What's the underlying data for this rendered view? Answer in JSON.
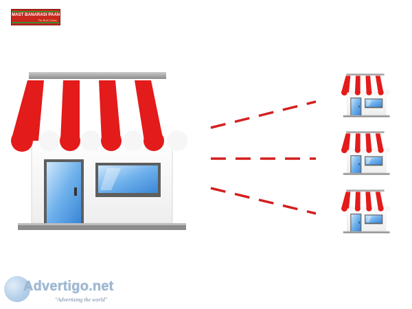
{
  "logo": {
    "name": "MAST BANARASI PAAN",
    "tagline": "The Real Culture"
  },
  "watermark": {
    "brand": "Advertigo.net",
    "tagline": "\"Advertising  the world\""
  },
  "colors": {
    "awning_red": "#e31b1b",
    "awning_white": "#ffffff",
    "connector_red": "#d41f1f",
    "roof_gray": "#9a9a9a",
    "door_blue": "#5aa3e8",
    "logo_red": "#c8281e"
  },
  "icons": {
    "main_store": "storefront-icon",
    "small_store": "storefront-icon",
    "globe": "globe-icon"
  }
}
